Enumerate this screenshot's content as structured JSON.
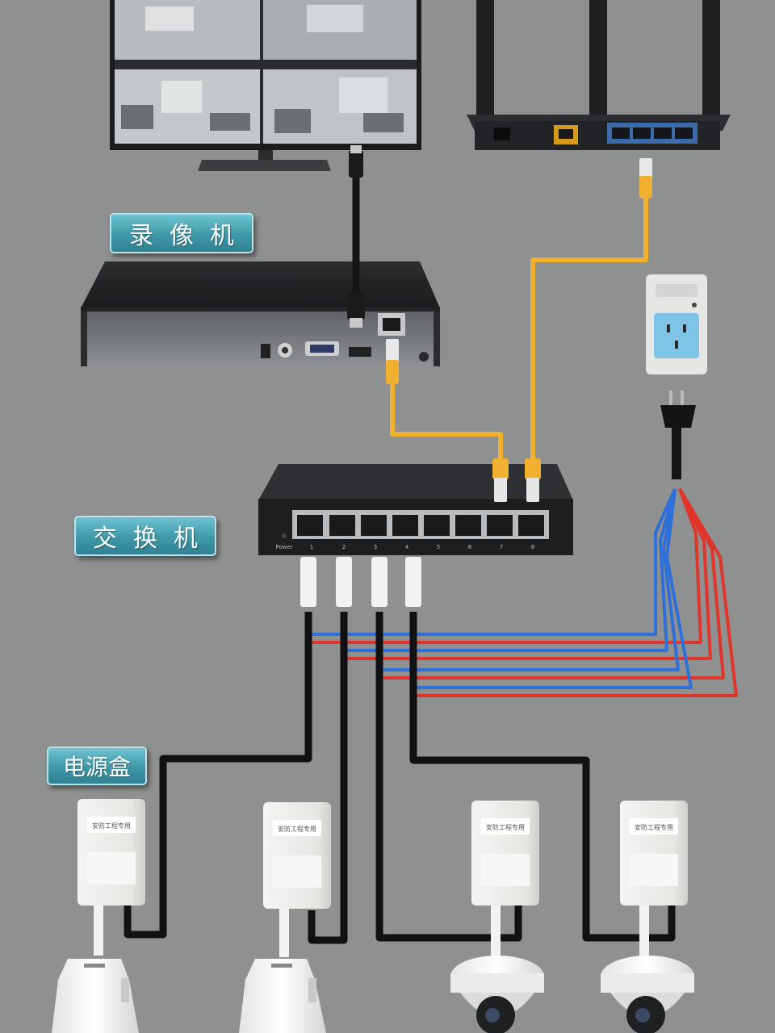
{
  "labels": {
    "nvr": "录像机",
    "switch": "交换机",
    "power_box": "电源盒"
  },
  "switch": {
    "power_label": "Power",
    "port_numbers": [
      "1",
      "2",
      "3",
      "4",
      "5",
      "6",
      "7",
      "8"
    ]
  },
  "power_box_brand": "安防工程专用",
  "colors": {
    "background": "#8f9090",
    "tag_fill": "#3f98a8",
    "network_cable": "#f0b030",
    "power_cable": "#111111",
    "wire_blue": "#2f6fd8",
    "wire_red": "#e0352b"
  }
}
